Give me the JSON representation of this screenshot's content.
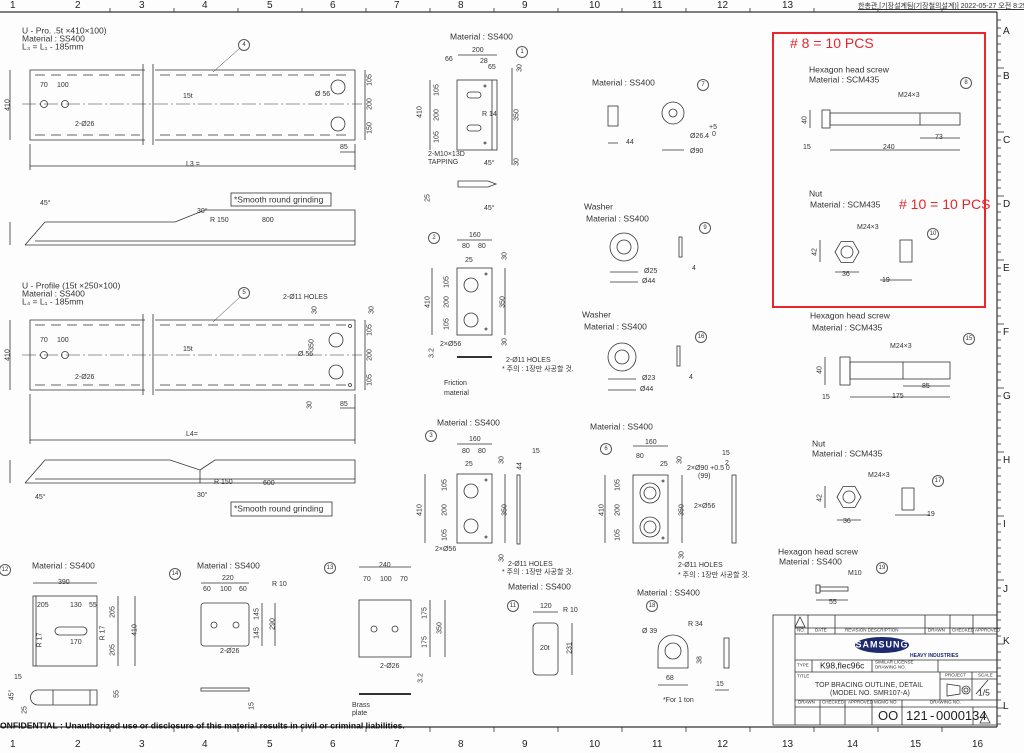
{
  "header": {
    "timestamp": "한총관 [기장설계팀(기장철의설계)] 2022-05-27 오전 8:25"
  },
  "grid": {
    "columns": [
      "1",
      "2",
      "3",
      "4",
      "5",
      "6",
      "7",
      "8",
      "9",
      "10",
      "11",
      "12",
      "13",
      "14",
      "15",
      "16"
    ],
    "rows": [
      "A",
      "B",
      "C",
      "D",
      "E",
      "F",
      "G",
      "H",
      "I",
      "J",
      "K",
      "L"
    ]
  },
  "highlight": {
    "color": "#e8262c",
    "notes": [
      "# 8 = 10 PCS",
      "# 10 = 10 PCS"
    ]
  },
  "parts": {
    "p4": {
      "callout": "4",
      "notes": [
        "U - Pro.     .5t ×410×100)",
        "Material : SS400",
        "L₃ = L₁ - 185mm"
      ],
      "dims": [
        "410",
        "70",
        "100",
        "15t",
        "Ø 56",
        "2-Ø26",
        "105",
        "200",
        "150",
        "85",
        "L3 ="
      ]
    },
    "side1": {
      "note": "*Smooth round grinding",
      "dims": [
        "45°",
        "30°",
        "R 150",
        "800"
      ]
    },
    "p5": {
      "callout": "5",
      "notes": [
        "U - Profile (15t ×250×100)",
        "Material : SS400",
        "L₄ = L₁ - 185mm"
      ],
      "dims": [
        "2-Ø11 HOLES",
        "30",
        "30",
        "410",
        "70",
        "100",
        "15t",
        "Ø 56",
        "350",
        "105",
        "200",
        "105",
        "2-Ø26",
        "30",
        "85",
        "L4="
      ]
    },
    "side2": {
      "note": "*Smooth round grinding",
      "dims": [
        "45°",
        "30°",
        "R 150",
        "600"
      ]
    },
    "p1": {
      "callout": "1",
      "material": "Material : SS400",
      "dims": [
        "200",
        "66",
        "28",
        "65",
        "30",
        "410",
        "105",
        "200",
        "105",
        "350",
        "R 14",
        "30",
        "2-M10×13D",
        "TAPPING",
        "45°",
        "45°",
        "25"
      ]
    },
    "p7": {
      "callout": "7",
      "material": "Material : SS400",
      "dims": [
        "44",
        "Ø26.4",
        "+5",
        "0",
        "Ø90"
      ]
    },
    "p9": {
      "callout": "9",
      "name": "Washer",
      "material": "Material : SS400",
      "dims": [
        "Ø25",
        "Ø44",
        "4"
      ]
    },
    "p16": {
      "callout": "16",
      "name": "Washer",
      "material": "Material : SS400",
      "dims": [
        "Ø23",
        "Ø44",
        "4"
      ]
    },
    "p2": {
      "callout": "2",
      "dims": [
        "160",
        "80",
        "80",
        "25",
        "30",
        "410",
        "105",
        "200",
        "105",
        "350",
        "2×Ø56",
        "2-Ø11 HOLES",
        "* 주의 : 1장만 사공할 것.",
        "3.2",
        "Friction",
        "material",
        "30"
      ]
    },
    "p3": {
      "callout": "3",
      "material": "Material : SS400",
      "dims": [
        "160",
        "80",
        "80",
        "25",
        "30",
        "15",
        "44",
        "410",
        "105",
        "200",
        "105",
        "350",
        "30",
        "2×Ø56",
        "2-Ø11 HOLES",
        "* 주의 : 1장만 사공할 것."
      ]
    },
    "p6": {
      "callout": "6",
      "material": "Material : SS400",
      "dims": [
        "160",
        "80",
        "25",
        "30",
        "2×Ø90 +0.5 0",
        "(99)",
        "15",
        "2",
        "410",
        "105",
        "200",
        "105",
        "350",
        "2×Ø56",
        "30",
        "2-Ø11 HOLES",
        "* 주의 : 1장만 사공할 것."
      ]
    },
    "p11": {
      "callout": "11",
      "material": "Material : SS400",
      "dims": [
        "120",
        "R 10",
        "20t",
        "231"
      ]
    },
    "p18": {
      "callout": "18",
      "material": "Material : SS400",
      "dims": [
        "Ø 39",
        "R 34",
        "38",
        "68",
        "15",
        "*For 1 ton"
      ]
    },
    "p12": {
      "callout": "12",
      "material": "Material : SS400",
      "dims": [
        "390",
        "205",
        "130",
        "55",
        "205",
        "410",
        "205",
        "R 17",
        "R 17",
        "170",
        "15",
        "45°",
        "25",
        "55"
      ]
    },
    "p14": {
      "callout": "14",
      "material": "Material : SS400",
      "dims": [
        "220",
        "60",
        "100",
        "60",
        "R 10",
        "145",
        "145",
        "290",
        "2-Ø26",
        "15"
      ]
    },
    "p13": {
      "callout": "13",
      "dims": [
        "240",
        "70",
        "100",
        "70",
        "175",
        "175",
        "350",
        "2-Ø26",
        "3.2",
        "Brass",
        "plate"
      ]
    },
    "p8": {
      "callout": "8",
      "name": "Hexagon head screw",
      "material": "Material : SCM435",
      "dims": [
        "M24×3",
        "40",
        "73",
        "15",
        "240"
      ]
    },
    "p10": {
      "callout": "10",
      "name": "Nut",
      "material": "Material : SCM435",
      "dims": [
        "M24×3",
        "42",
        "36",
        "19"
      ]
    },
    "p15": {
      "callout": "15",
      "name": "Hexagon head screw",
      "material": "Material : SCM435",
      "dims": [
        "M24×3",
        "40",
        "85",
        "15",
        "175"
      ]
    },
    "p17": {
      "callout": "17",
      "name": "Nut",
      "material": "Material : SCM435",
      "dims": [
        "M24×3",
        "42",
        "36",
        "19"
      ]
    },
    "p19": {
      "callout": "19",
      "name": "Hexagon head screw",
      "material": "Material : SS400",
      "dims": [
        "M10",
        "55"
      ]
    }
  },
  "title_block": {
    "rev_headers": [
      "NO.",
      "DATE",
      "REVISION DESCRIPTION",
      "DRAWN",
      "CHECKED",
      "APPROVED"
    ],
    "logo": {
      "brand": "SAMSUNG",
      "sub": "HEAVY INDUSTRIES",
      "color": "#1d2a6e"
    },
    "type_label": "TYPE",
    "type_value": "K98,flec96c",
    "similar_label": [
      "SIMILAR LICENSE",
      "DRAWING NO."
    ],
    "title_label": "TITLE",
    "title_lines": [
      "TOP BRACING OUTLINE, DETAIL",
      "(MODEL NO. SMR107-A)"
    ],
    "project_label": "PROJECT",
    "scale_label": "SCALE",
    "scale_value": "1/5",
    "bottom_labels": [
      "DRAWN",
      "CHECKED",
      "APPROVED",
      "MGMG NO",
      "DRAWING NO."
    ],
    "mgmt_no": "OO",
    "drawing_no_prefix": "121",
    "drawing_no_sep": "-",
    "drawing_no": "0000134"
  },
  "footer": {
    "confidential": "ONFIDENTIAL : Unauthorized use or disclosure of this material results in civil or criminal liabilities."
  }
}
